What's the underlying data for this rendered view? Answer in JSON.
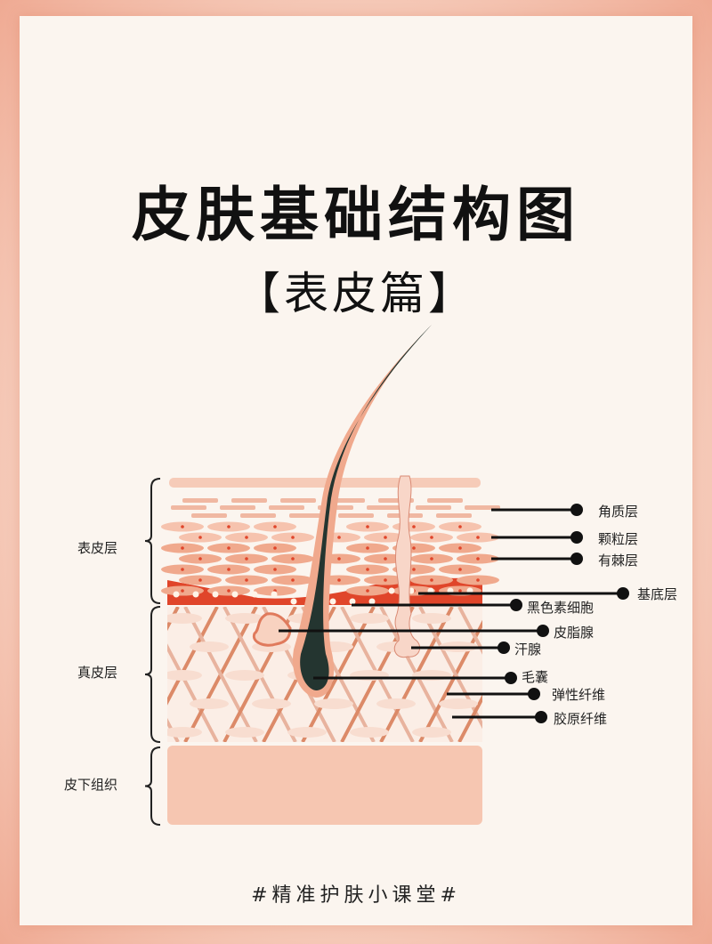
{
  "title": "皮肤基础结构图",
  "subtitle": "【表皮篇】",
  "footer": "#精准护肤小课堂#",
  "left_labels": [
    "表皮层",
    "真皮层",
    "皮下组织"
  ],
  "right_labels": [
    "角质层",
    "颗粒层",
    "有棘层",
    "基底层",
    "黑色素细胞",
    "皮脂腺",
    "汗腺",
    "毛囊",
    "弹性纤维",
    "胶原纤维"
  ],
  "colors": {
    "background": "#fbf5ef",
    "border": "#efaa93",
    "cell": "#f0a98d",
    "basal": "#e0452a",
    "hair": "#243530",
    "hypodermis": "#f6c6b1"
  }
}
